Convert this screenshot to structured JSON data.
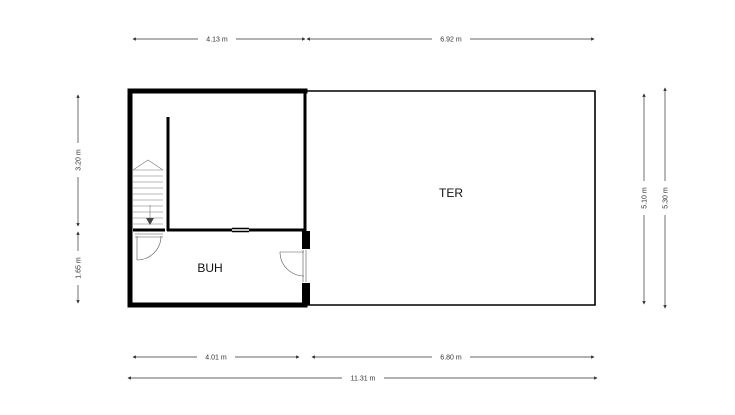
{
  "rooms": {
    "terrace": "TER",
    "bathroom": "BUH"
  },
  "dimensions": {
    "top_left": "4.13 m",
    "top_right": "6.92 m",
    "left_upper": "3.20 m",
    "left_lower": "1.65 m",
    "right_inner": "5.10 m",
    "right_outer": "5.30 m",
    "bottom_left": "4.01 m",
    "bottom_right": "6.80 m",
    "bottom_total": "11.31 m"
  },
  "colors": {
    "wall": "#000000",
    "dimension": "#333333",
    "background": "#ffffff"
  }
}
